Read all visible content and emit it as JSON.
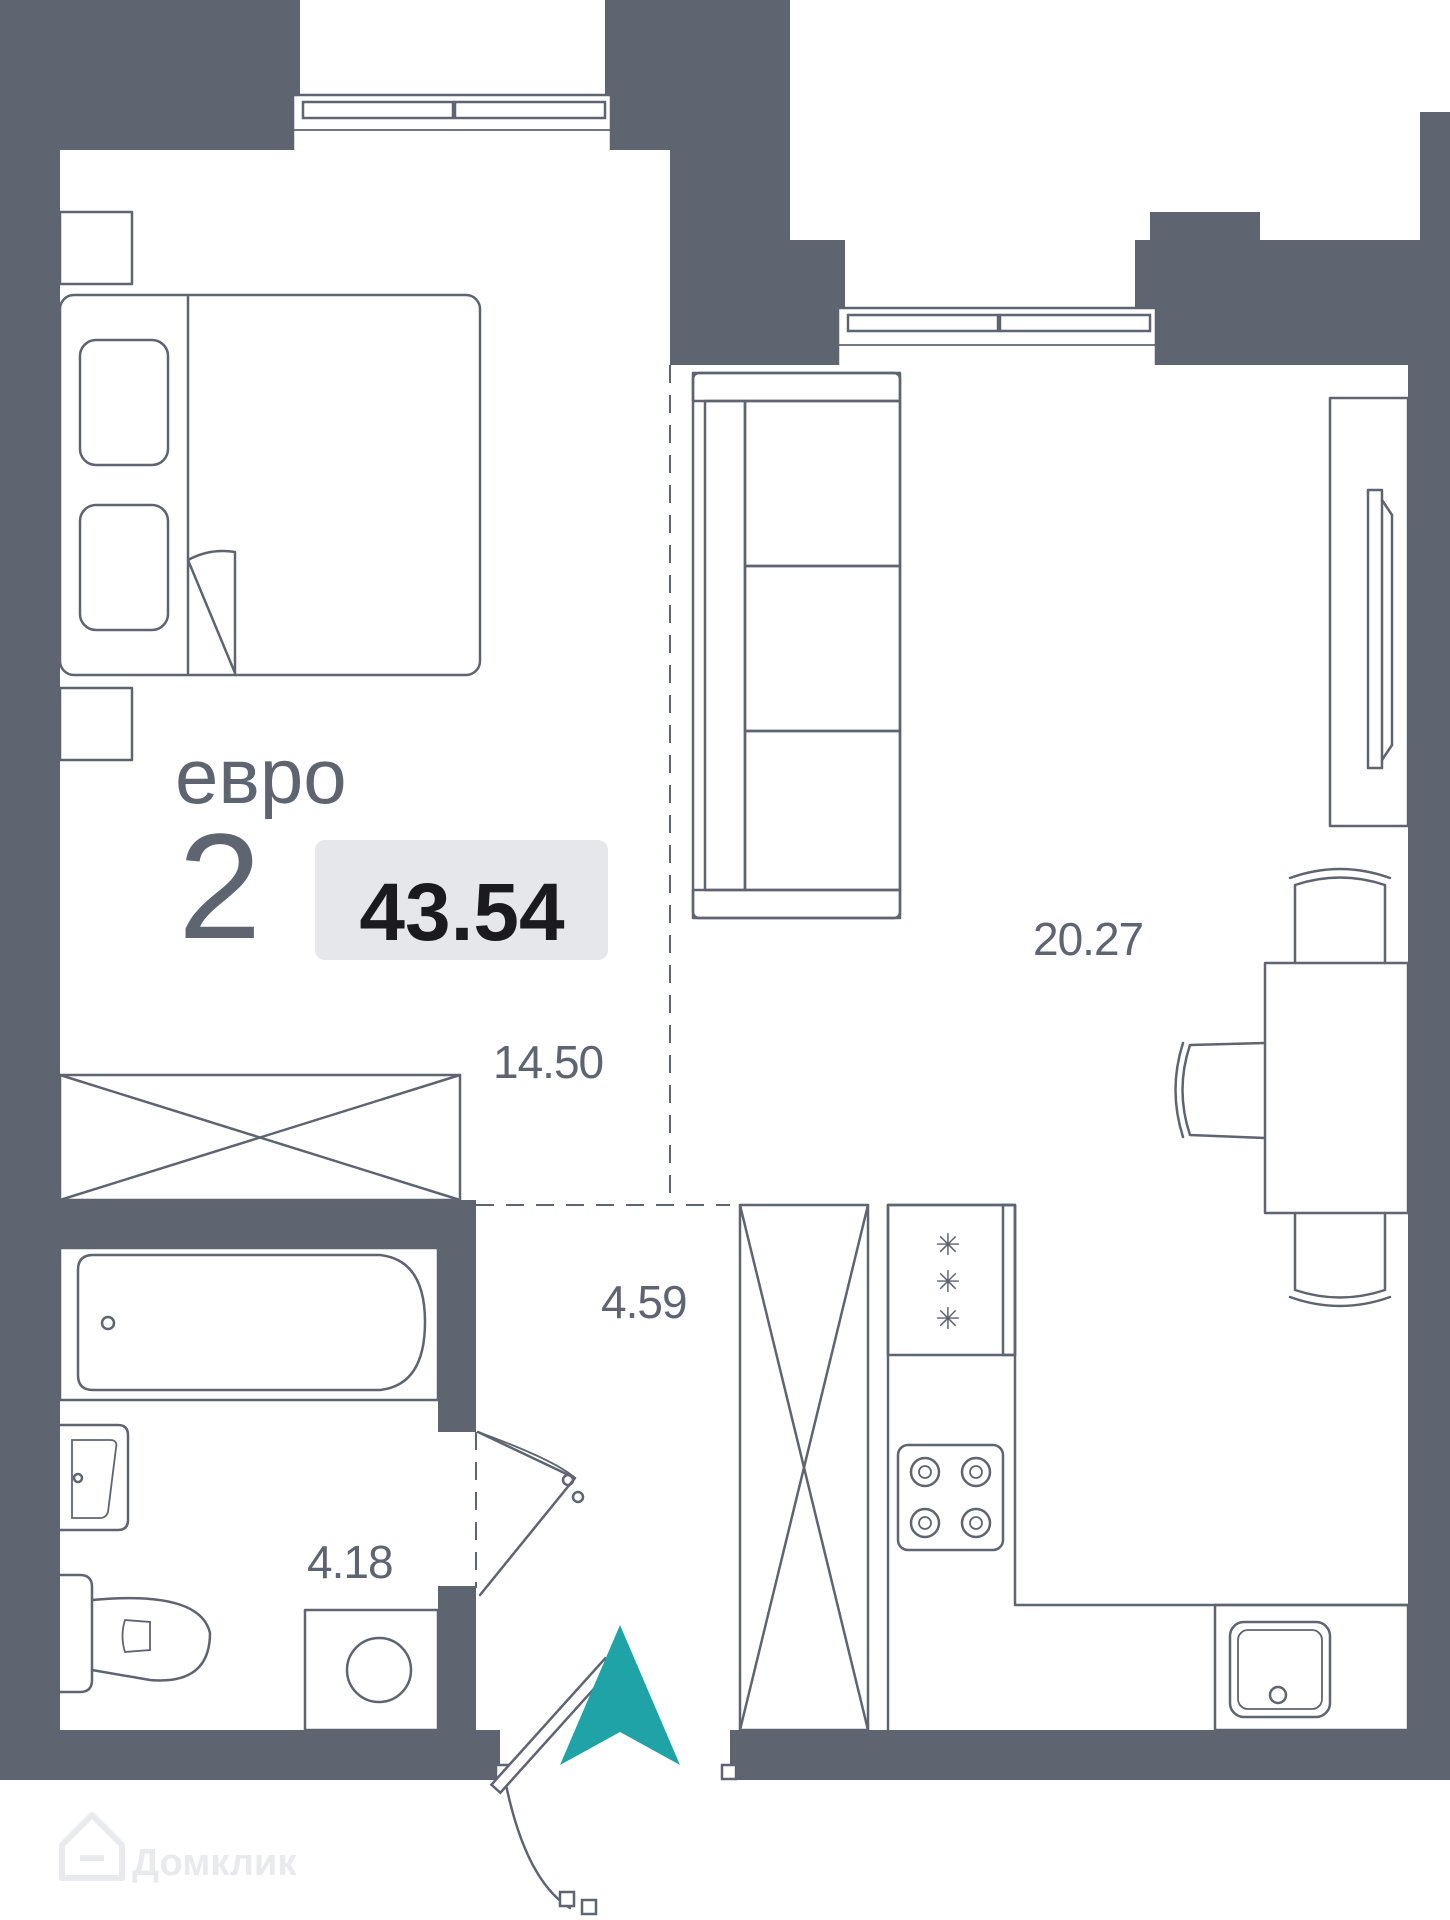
{
  "apartment": {
    "type_label": "евро",
    "rooms": "2",
    "total_area": "43.54"
  },
  "rooms": [
    {
      "name": "bedroom",
      "area": "14.50"
    },
    {
      "name": "living-kitchen",
      "area": "20.27"
    },
    {
      "name": "hallway",
      "area": "4.59"
    },
    {
      "name": "bathroom",
      "area": "4.18"
    }
  ],
  "watermark": "Домклик",
  "colors": {
    "walls": "#5e6470",
    "entrance_arrow": "#1fa3a6",
    "badge_background": "#e6e7ea",
    "total_text": "#1b1b1f"
  },
  "icons": [
    "entrance-arrow-icon",
    "domclick-logo-icon"
  ]
}
